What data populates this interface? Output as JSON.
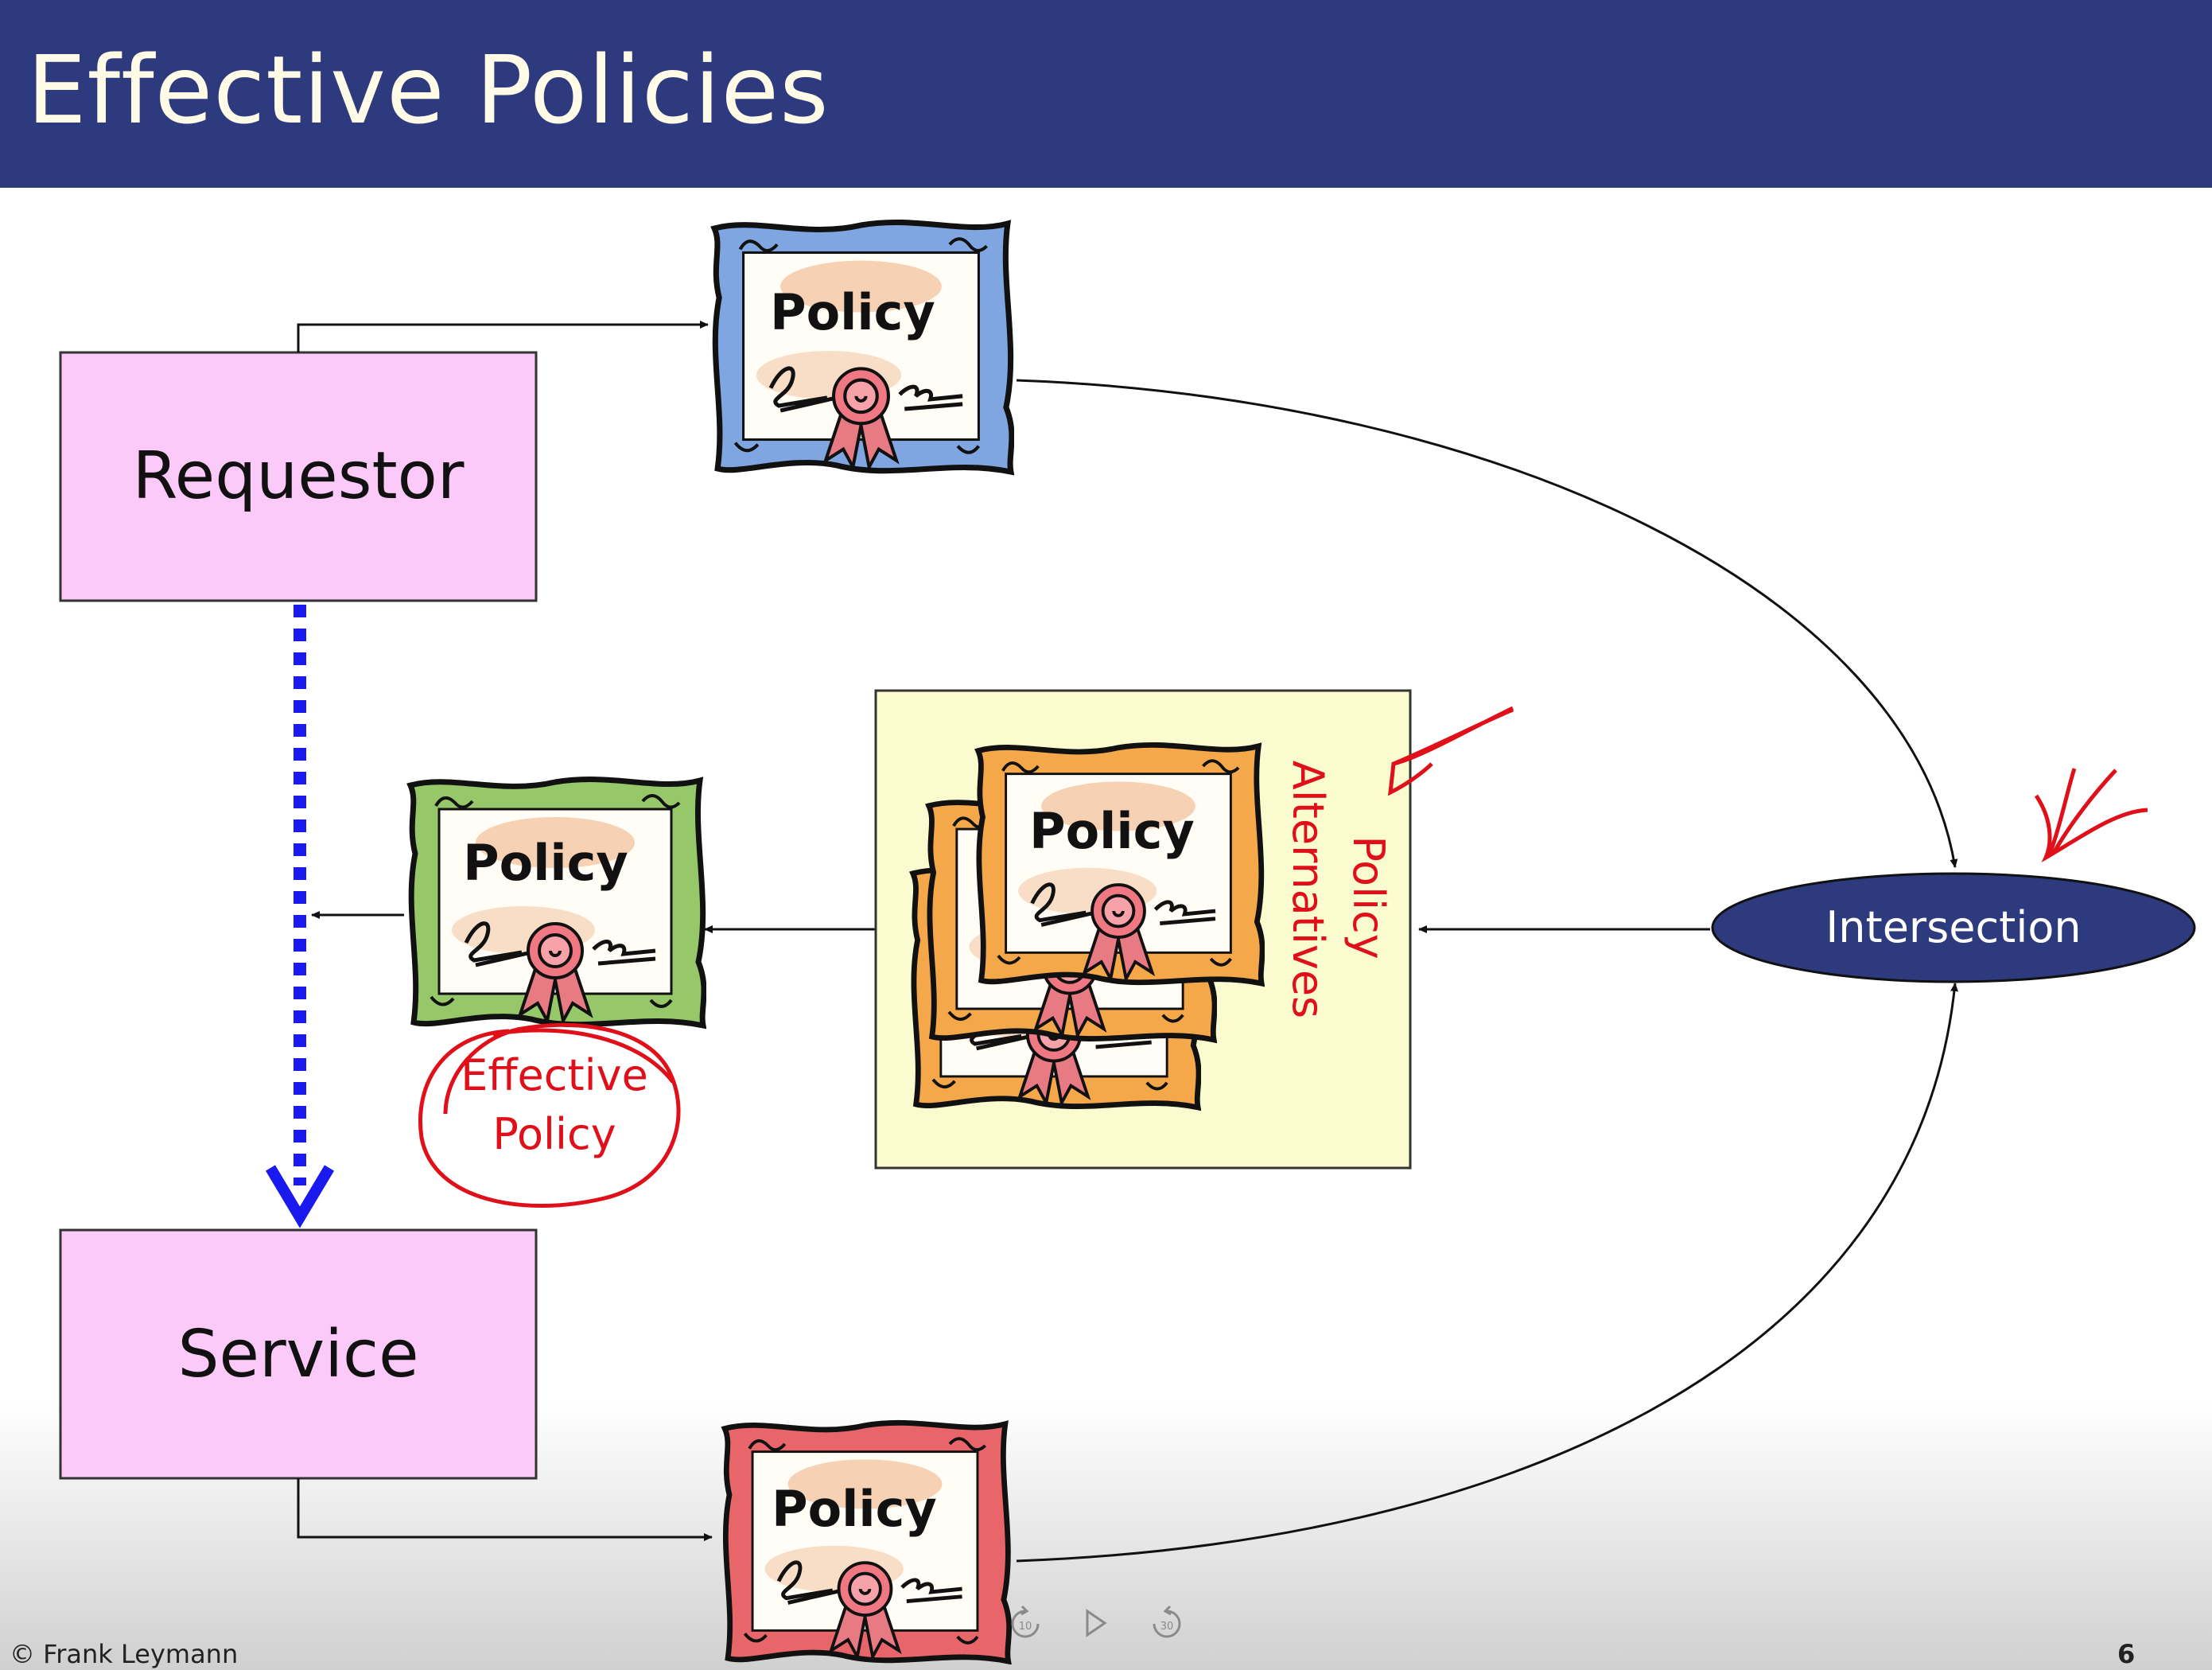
{
  "slide": {
    "title": "Effective Policies",
    "footer_copyright": "© Frank Leymann",
    "page_number": "6"
  },
  "diagram": {
    "requestor_label": "Requestor",
    "service_label": "Service",
    "intersection_label": "Intersection",
    "policy_label": "Policy",
    "alternatives_label_line1": "Policy",
    "alternatives_label_line2": "Alternatives",
    "effective_label_line1": "Effective",
    "effective_label_line2": "Policy"
  },
  "player": {
    "rewind_label": "10",
    "forward_label": "30"
  },
  "colors": {
    "header": "#2e3a7e",
    "actor_box": "#fbcaf8",
    "alternatives_box": "#fbfbd0",
    "intersection": "#2e3a7e",
    "annotation": "#e0101a",
    "flow_arrow": "#1a1aee"
  }
}
